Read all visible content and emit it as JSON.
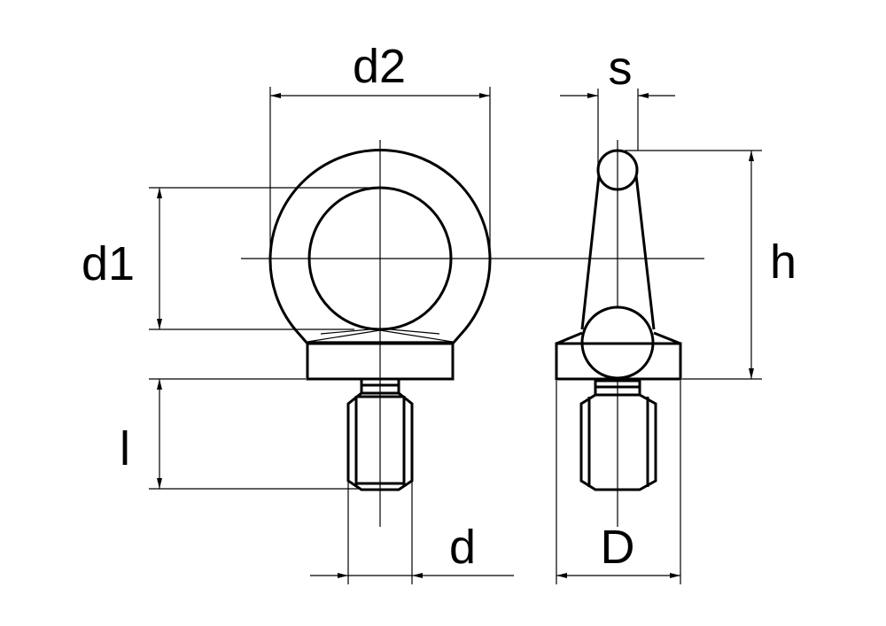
{
  "labels": {
    "d2": "d2",
    "s": "s",
    "d1": "d1",
    "h": "h",
    "l": "l",
    "d": "d",
    "D": "D"
  },
  "colors": {
    "line": "#000000",
    "background": "#ffffff"
  }
}
